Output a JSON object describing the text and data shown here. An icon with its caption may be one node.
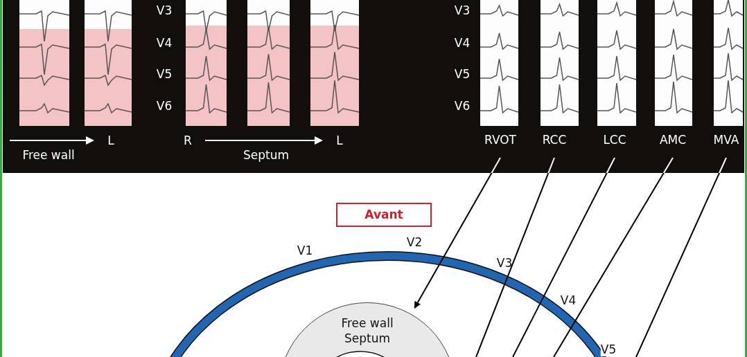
{
  "diagram": {
    "nodes": [
      {
        "text": [
          "Avant"
        ]
      },
      {
        "text": [
          "Free wall Septum"
        ]
      },
      {
        "text": [
          "RVOT"
        ]
      },
      {
        "text": [
          "RCC"
        ]
      },
      {
        "text": [
          "LCC"
        ]
      },
      {
        "text": [
          "AMC"
        ]
      },
      {
        "text": [
          "MVA"
        ]
      }
    ],
    "edges": [
      {
        "from": 2,
        "to": 1,
        "arrow": "to"
      },
      {
        "from": 3,
        "to": null,
        "arrow": "none"
      },
      {
        "from": 4,
        "to": null,
        "arrow": "none"
      },
      {
        "from": 5,
        "to": null,
        "arrow": "none"
      },
      {
        "from": 6,
        "to": null,
        "arrow": "none"
      }
    ],
    "labels": [
      "V3",
      "V4",
      "V5",
      "V6",
      "L",
      "Free wall",
      "R",
      "Septum",
      "L",
      "V3",
      "V4",
      "V5",
      "V6",
      "V1",
      "V2",
      "V3",
      "V4",
      "V5"
    ]
  }
}
